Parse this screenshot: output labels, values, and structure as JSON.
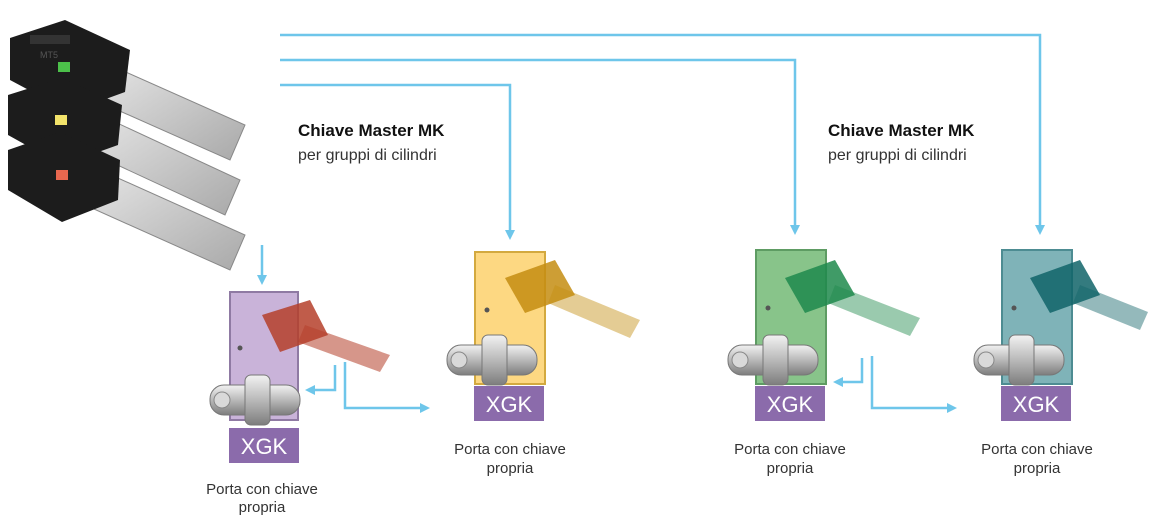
{
  "master_label_1": {
    "title": "Chiave Master MK",
    "subtitle": "per gruppi di cilindri"
  },
  "master_label_2": {
    "title": "Chiave Master MK",
    "subtitle": "per gruppi di cilindri"
  },
  "master_key_brand": "MT5",
  "doors": [
    {
      "color": "#c9b3d9",
      "key_color": "#b5402a",
      "badge": "XGK",
      "caption_line1": "Porta con chiave",
      "caption_line2": "propria"
    },
    {
      "color": "#fdd882",
      "key_color": "#c48d12",
      "badge": "XGK",
      "caption_line1": "Porta con chiave",
      "caption_line2": "propria"
    },
    {
      "color": "#88c48a",
      "key_color": "#1f8a4c",
      "badge": "XGK",
      "caption_line1": "Porta con chiave",
      "caption_line2": "propria"
    },
    {
      "color": "#7fb3b8",
      "key_color": "#116468",
      "badge": "XGK",
      "caption_line1": "Porta con chiave",
      "caption_line2": "propria"
    }
  ],
  "colors": {
    "arrow": "#6ec6ea",
    "badge_bg": "#8b6bab"
  }
}
